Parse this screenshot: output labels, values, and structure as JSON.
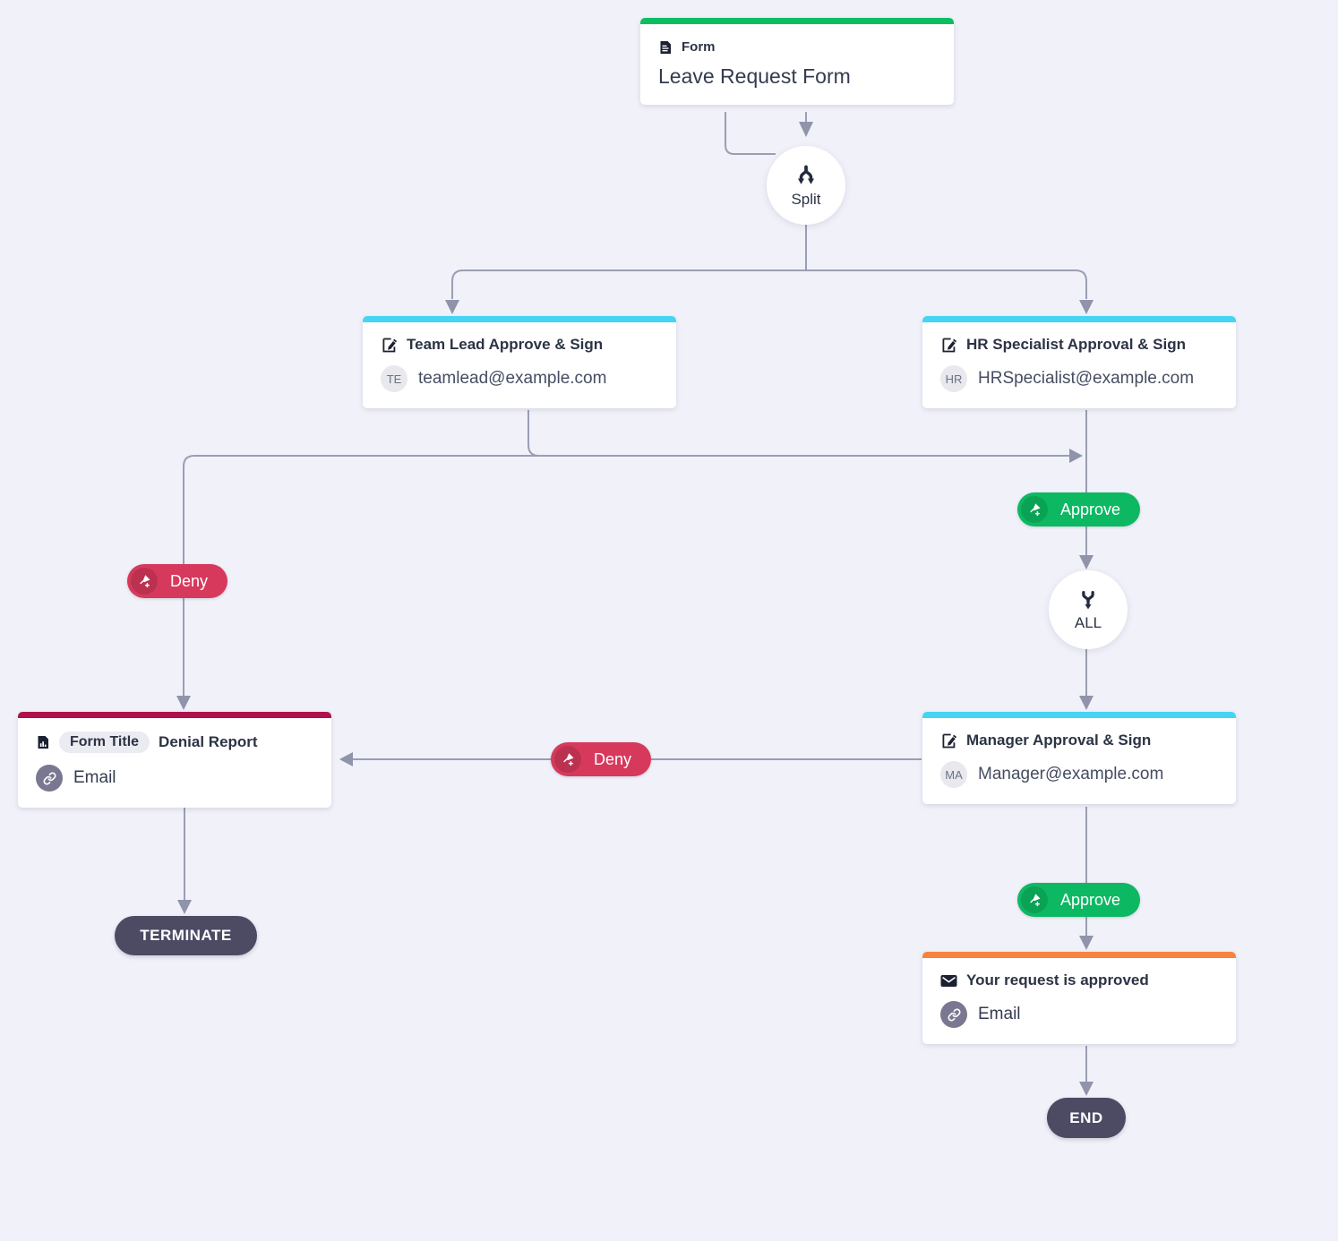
{
  "nodes": {
    "form": {
      "type_label": "Form",
      "title": "Leave Request Form",
      "accent": "#0cbd62"
    },
    "split": {
      "label": "Split"
    },
    "team_lead": {
      "title": "Team Lead Approve & Sign",
      "avatar": "TE",
      "email": "teamlead@example.com",
      "accent": "#45d4f3"
    },
    "hr_specialist": {
      "title": "HR Specialist Approval & Sign",
      "avatar": "HR",
      "email": "HRSpecialist@example.com",
      "accent": "#45d4f3"
    },
    "all_gateway": {
      "label": "ALL"
    },
    "manager": {
      "title": "Manager Approval & Sign",
      "avatar": "MA",
      "email": "Manager@example.com",
      "accent": "#45d4f3"
    },
    "denial_report": {
      "badge": "Form Title",
      "title": "Denial Report",
      "channel": "Email",
      "accent": "#b0104d"
    },
    "approved_email": {
      "title": "Your request is approved",
      "channel": "Email",
      "accent": "#f8833e"
    },
    "terminate": {
      "label": "TERMINATE"
    },
    "end": {
      "label": "END"
    }
  },
  "branches": {
    "approve_merge": "Approve",
    "deny_left": "Deny",
    "deny_manager": "Deny",
    "approve_manager": "Approve"
  },
  "icons": {
    "form": "form-document-icon",
    "approval": "approve-sign-icon",
    "report": "report-document-icon",
    "email": "envelope-icon",
    "channel": "link-icon",
    "branch": "pen-plus-icon",
    "split": "split-icon",
    "merge": "merge-all-icon"
  },
  "colors": {
    "background": "#f1f1f9",
    "connector": "#9a9eb4",
    "approve": "#0db863",
    "deny": "#d7395c",
    "terminal": "#4d4a64",
    "card": "#ffffff"
  }
}
